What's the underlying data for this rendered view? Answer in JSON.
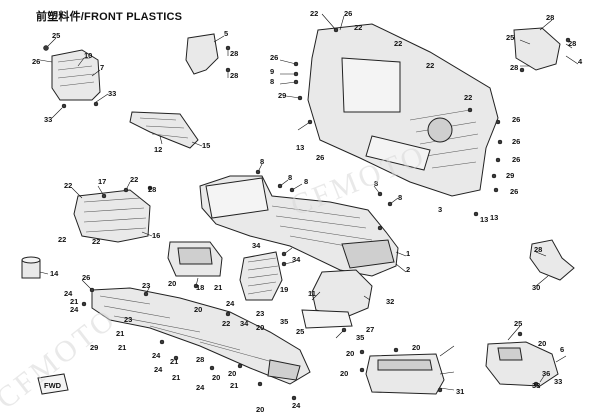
{
  "title": "前塑料件/FRONT PLASTICS",
  "watermark": "CFMOTO",
  "callouts": [
    {
      "id": "c1",
      "label": "25"
    },
    {
      "id": "c2",
      "label": "26"
    },
    {
      "id": "c3",
      "label": "10"
    },
    {
      "id": "c4",
      "label": "7"
    },
    {
      "id": "c5",
      "label": "33"
    },
    {
      "id": "c6",
      "label": "33"
    },
    {
      "id": "c7",
      "label": "5"
    },
    {
      "id": "c8",
      "label": "28"
    },
    {
      "id": "c9",
      "label": "28"
    },
    {
      "id": "c10",
      "label": "22"
    },
    {
      "id": "c11",
      "label": "26"
    },
    {
      "id": "c12",
      "label": "22"
    },
    {
      "id": "c13",
      "label": "22"
    },
    {
      "id": "c14",
      "label": "26"
    },
    {
      "id": "c15",
      "label": "9"
    },
    {
      "id": "c16",
      "label": "8"
    },
    {
      "id": "c17",
      "label": "29"
    },
    {
      "id": "c18",
      "label": "22"
    },
    {
      "id": "c19",
      "label": "28"
    },
    {
      "id": "c20",
      "label": "25"
    },
    {
      "id": "c21",
      "label": "28"
    },
    {
      "id": "c22",
      "label": "4"
    },
    {
      "id": "c23",
      "label": "28"
    },
    {
      "id": "c24",
      "label": "22"
    },
    {
      "id": "c25",
      "label": "26"
    },
    {
      "id": "c26",
      "label": "26"
    },
    {
      "id": "c27",
      "label": "26"
    },
    {
      "id": "c28",
      "label": "29"
    },
    {
      "id": "c29",
      "label": "26"
    },
    {
      "id": "c30",
      "label": "13"
    },
    {
      "id": "c31",
      "label": "26"
    },
    {
      "id": "c32",
      "label": "13"
    },
    {
      "id": "c33",
      "label": "12"
    },
    {
      "id": "c34",
      "label": "15"
    },
    {
      "id": "c35",
      "label": "8"
    },
    {
      "id": "c36",
      "label": "8"
    },
    {
      "id": "c37",
      "label": "17"
    },
    {
      "id": "c38",
      "label": "22"
    },
    {
      "id": "c39",
      "label": "28"
    },
    {
      "id": "c40",
      "label": "22"
    },
    {
      "id": "c41",
      "label": "22"
    },
    {
      "id": "c42",
      "label": "22"
    },
    {
      "id": "c43",
      "label": "16"
    },
    {
      "id": "c44",
      "label": "8"
    },
    {
      "id": "c45",
      "label": "8"
    },
    {
      "id": "c46",
      "label": "8"
    },
    {
      "id": "c47",
      "label": "3"
    },
    {
      "id": "c48",
      "label": "13"
    },
    {
      "id": "c49",
      "label": "28"
    },
    {
      "id": "c50",
      "label": "34"
    },
    {
      "id": "c51",
      "label": "34"
    },
    {
      "id": "c52",
      "label": "1"
    },
    {
      "id": "c53",
      "label": "2"
    },
    {
      "id": "c54",
      "label": "14"
    },
    {
      "id": "c55",
      "label": "26"
    },
    {
      "id": "c56",
      "label": "24"
    },
    {
      "id": "c57",
      "label": "21"
    },
    {
      "id": "c58",
      "label": "23"
    },
    {
      "id": "c59",
      "label": "20"
    },
    {
      "id": "c60",
      "label": "18"
    },
    {
      "id": "c61",
      "label": "21"
    },
    {
      "id": "c62",
      "label": "19"
    },
    {
      "id": "c63",
      "label": "11"
    },
    {
      "id": "c64",
      "label": "32"
    },
    {
      "id": "c65",
      "label": "30"
    },
    {
      "id": "c66",
      "label": "20"
    },
    {
      "id": "c67",
      "label": "24"
    },
    {
      "id": "c68",
      "label": "23"
    },
    {
      "id": "c69",
      "label": "29"
    },
    {
      "id": "c70",
      "label": "21"
    },
    {
      "id": "c71",
      "label": "21"
    },
    {
      "id": "c72",
      "label": "24"
    },
    {
      "id": "c73",
      "label": "21"
    },
    {
      "id": "c74",
      "label": "24"
    },
    {
      "id": "c75",
      "label": "23"
    },
    {
      "id": "c76",
      "label": "34"
    },
    {
      "id": "c77",
      "label": "20"
    },
    {
      "id": "c78",
      "label": "22"
    },
    {
      "id": "c79",
      "label": "35"
    },
    {
      "id": "c80",
      "label": "25"
    },
    {
      "id": "c81",
      "label": "27"
    },
    {
      "id": "c82",
      "label": "35"
    },
    {
      "id": "c83",
      "label": "20"
    },
    {
      "id": "c84",
      "label": "20"
    },
    {
      "id": "c85",
      "label": "20"
    },
    {
      "id": "c86",
      "label": "31"
    },
    {
      "id": "c87",
      "label": "24"
    },
    {
      "id": "c88",
      "label": "21"
    },
    {
      "id": "c89",
      "label": "28"
    },
    {
      "id": "c90",
      "label": "24"
    },
    {
      "id": "c91",
      "label": "20"
    },
    {
      "id": "c92",
      "label": "21"
    },
    {
      "id": "c93",
      "label": "20"
    },
    {
      "id": "c94",
      "label": "25"
    },
    {
      "id": "c95",
      "label": "20"
    },
    {
      "id": "c96",
      "label": "6"
    },
    {
      "id": "c97",
      "label": "36"
    },
    {
      "id": "c98",
      "label": "33"
    },
    {
      "id": "c99",
      "label": "33"
    },
    {
      "id": "c100",
      "label": "24"
    },
    {
      "id": "c101",
      "label": "20"
    }
  ],
  "front_arrow_label": "FWD"
}
